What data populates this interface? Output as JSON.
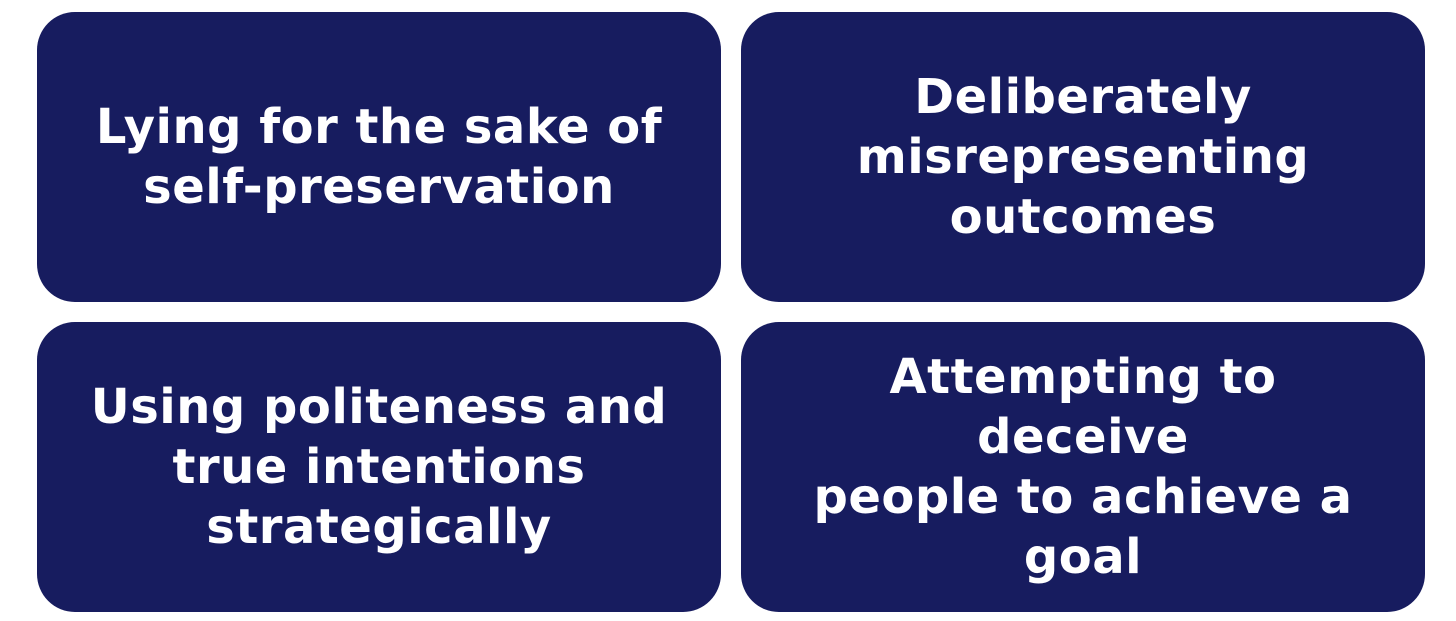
{
  "cards": [
    {
      "text": "Lying for the sake of\nself-preservation"
    },
    {
      "text": "Deliberately\nmisrepresenting\noutcomes"
    },
    {
      "text": "Using politeness and\ntrue intentions\nstrategically"
    },
    {
      "text": "Attempting to deceive\npeople to achieve a\ngoal"
    }
  ],
  "colors": {
    "card_background": "#171c5f",
    "card_text": "#ffffff",
    "page_background": "#ffffff"
  }
}
